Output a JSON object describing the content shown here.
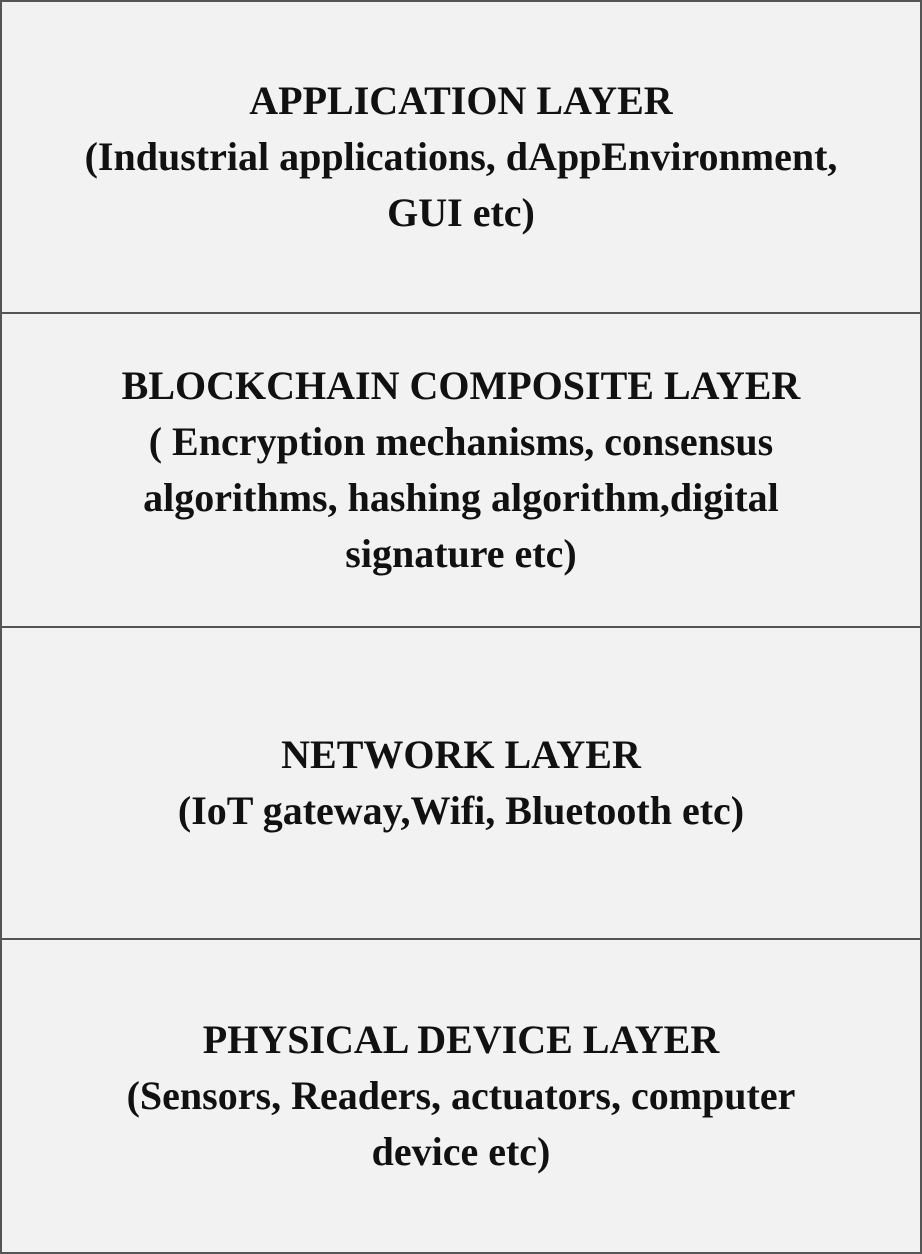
{
  "layers": [
    {
      "title": "APPLICATION LAYER",
      "lines": [
        "(Industrial applications, dAppEnvironment,",
        "GUI etc)"
      ]
    },
    {
      "title": "BLOCKCHAIN COMPOSITE LAYER",
      "lines": [
        "( Encryption mechanisms, consensus",
        "algorithms, hashing algorithm,digital",
        "signature etc)"
      ]
    },
    {
      "title": "NETWORK LAYER",
      "lines": [
        "(IoT gateway,Wifi, Bluetooth etc)"
      ]
    },
    {
      "title": "PHYSICAL DEVICE LAYER",
      "lines": [
        "(Sensors, Readers, actuators, computer",
        "device etc)"
      ]
    }
  ],
  "colors": {
    "box_fill": "#f2f2f2",
    "border": "#555555",
    "text": "#111111"
  }
}
